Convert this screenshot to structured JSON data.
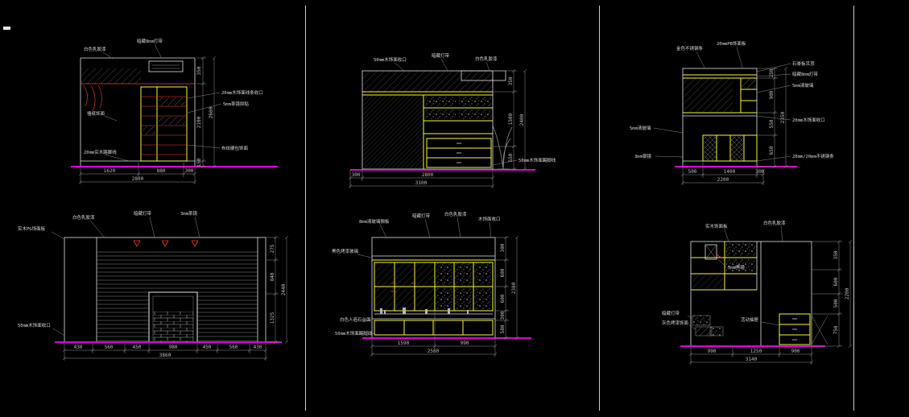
{
  "colors": {
    "background": "#000000",
    "outline": "#e0e0e0",
    "cabinet_yellow": "#f8f832",
    "detail_red": "#ff3b30",
    "baseline_magenta": "#ff00ff",
    "dimension_gray": "#8f8f8f"
  },
  "drawings": {
    "d1": {
      "ann": {
        "top1": "白色乳胶漆",
        "top2": "暗藏8mm灯带",
        "right1": "20mm木饰面线条收口",
        "right2": "5mm茶镜拼贴",
        "right3": "布纹硬包饰面",
        "left1": "墙纸饰面",
        "bottom1": "20mm实木踢脚线"
      },
      "dims_right": [
        "350",
        "2100",
        "150"
      ],
      "total_right": "2600",
      "dims_bottom": [
        "1620",
        "880",
        "300"
      ],
      "total_bottom": "2800"
    },
    "d2": {
      "ann": {
        "top1": "50mm木饰面收口",
        "top2": "暗藏灯带",
        "top3": "白色乳胶漆",
        "right1": "50mm木饰面踢脚线"
      },
      "dims_right": [
        "350",
        "1500",
        "550"
      ],
      "total_right": "2400",
      "dims_bottom": [
        "300",
        "2800"
      ],
      "total_bottom": "3100"
    },
    "d3": {
      "ann": {
        "top1": "金色不锈钢条",
        "top2": "20mmPB饰面板",
        "right1": "石膏板吊顶",
        "right2": "暗藏8mm灯带",
        "right3": "5mm清玻璃",
        "right4": "20mm木饰面收口",
        "right5": "20mm/20mm不锈钢条",
        "left1": "5mm清玻璃",
        "left2": "3mm银镜"
      },
      "dims_right": [
        "250",
        "900",
        "550",
        "650"
      ],
      "total_right": "2350",
      "dims_bottom": [
        "500",
        "1400",
        "300"
      ],
      "total_bottom": "2200"
    },
    "d4": {
      "ann": {
        "left1": "实木PG饰面板",
        "top1": "白色乳胶漆",
        "top2": "暗藏灯带",
        "top3": "3mm茶镜",
        "left2": "50mm木饰面收口"
      },
      "dims_right": [
        "275",
        "840",
        "1325"
      ],
      "total_right": "2440",
      "dims_bottom": [
        "430",
        "560",
        "450",
        "980",
        "450",
        "560",
        "430"
      ],
      "total_bottom": "3860"
    },
    "d5": {
      "ann": {
        "top1": "8mm清玻璃搁板",
        "top2": "暗藏灯带",
        "top3": "白色乳胶漆",
        "top4": "木饰面收口",
        "left1": "黑色烤漆玻璃",
        "bottom1": "白色人造石台面",
        "bottom2": "50mm木饰面踢脚线"
      },
      "dims_right": [
        "300",
        "600",
        "600",
        "300",
        "580"
      ],
      "total_right": "2380",
      "dims_bottom": [
        "1590",
        "990"
      ],
      "total_bottom": "2580"
    },
    "d6": {
      "ann": {
        "top1": "实木饰面板",
        "top2": "白色乳胶漆",
        "mid1": "5mm黑镜",
        "left1": "暗藏灯带",
        "left2": "灰色烤漆饰面",
        "bottom1": "活动抽屉"
      },
      "dims_right": [
        "350",
        "600",
        "500",
        "750"
      ],
      "total_right": "2200",
      "dims_bottom": [
        "990",
        "1250",
        "900"
      ],
      "total_bottom": "3140"
    }
  }
}
